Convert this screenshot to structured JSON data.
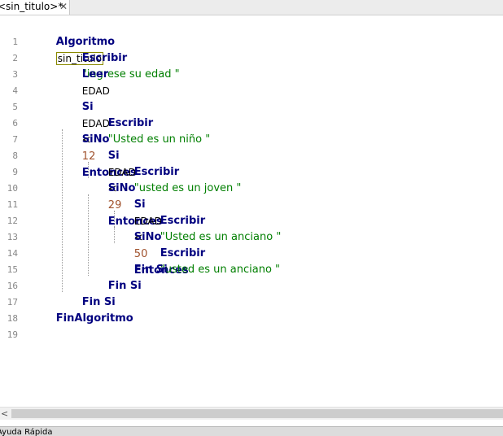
{
  "tab": {
    "label": "<sin_titulo>*",
    "close_glyph": "✕"
  },
  "editor": {
    "lines": [
      {
        "n": "1"
      },
      {
        "n": "2"
      },
      {
        "n": "3"
      },
      {
        "n": "4"
      },
      {
        "n": "5"
      },
      {
        "n": "6"
      },
      {
        "n": "7"
      },
      {
        "n": "8"
      },
      {
        "n": "9"
      },
      {
        "n": "10"
      },
      {
        "n": "11"
      },
      {
        "n": "12"
      },
      {
        "n": "13"
      },
      {
        "n": "14"
      },
      {
        "n": "15"
      },
      {
        "n": "16"
      },
      {
        "n": "17"
      },
      {
        "n": "18"
      },
      {
        "n": "19"
      }
    ],
    "code": {
      "l1_kw": "Algoritmo",
      "l1_name": "sin_titulo",
      "l2_kw": "Escribir",
      "l2_str": "\"ingrese su edad \"",
      "l3_kw": "Leer",
      "l3_id": "EDAD",
      "l5_kw": "Si",
      "l5_id": "EDAD",
      "l5_op": "<",
      "l5_num": "12",
      "l5_kw2": "Entonces",
      "l6_kw": "Escribir",
      "l6_str": "\"Usted es un niño \"",
      "l7_kw": "SiNo",
      "l8_kw": "Si",
      "l8_id": "EDAD",
      "l8_op": "<",
      "l8_num": "29",
      "l8_kw2": "Entonces",
      "l9_kw": "Escribir",
      "l9_str": "\"usted es un joven \"",
      "l10_kw": "SiNo",
      "l11_kw": "Si",
      "l11_id": "EDAD",
      "l11_op": "<",
      "l11_num": "50",
      "l11_kw2": "Entonces",
      "l12_kw": "Escribir",
      "l12_str": "\"Usted es un anciano \"",
      "l13_kw": "SiNo",
      "l14_kw": "Escribir",
      "l14_str": "\"usted es un anciano \"",
      "l15_kw": "Fin Si",
      "l16_kw": "Fin Si",
      "l17_kw": "Fin Si",
      "l18_kw": "FinAlgoritmo"
    }
  },
  "scrollbar": {
    "left_arrow": "<"
  },
  "quick_help": {
    "label": "Ayuda Rápida"
  },
  "colors": {
    "keyword": "#00007f",
    "string": "#007f00",
    "number": "#a0522d",
    "line_number": "#888888"
  }
}
